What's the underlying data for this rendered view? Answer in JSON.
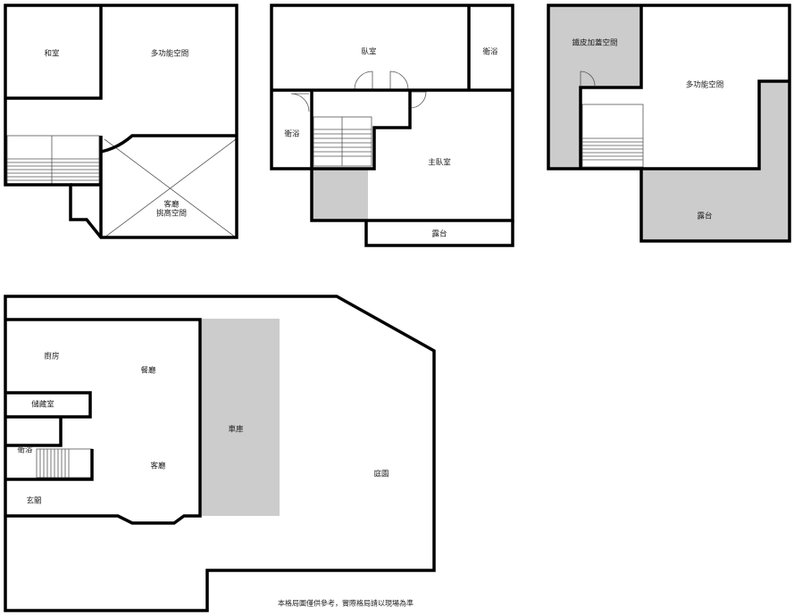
{
  "floor_top_left": {
    "rooms": {
      "japanese_room": "和室",
      "multi_room": "多功能空間",
      "living_void_1": "客廳",
      "living_void_2": "挑高空間"
    }
  },
  "floor_top_middle": {
    "rooms": {
      "bedroom": "臥室",
      "bath_right": "衛浴",
      "bath_left": "衛浴",
      "master_bedroom": "主臥室",
      "balcony": "露台"
    }
  },
  "floor_top_right": {
    "rooms": {
      "sheet_metal_space": "鐵皮加蓋空間",
      "multi_room": "多功能空間",
      "balcony": "露台"
    }
  },
  "floor_ground": {
    "rooms": {
      "kitchen": "廚房",
      "dining": "餐廳",
      "storage": "儲藏室",
      "bath": "衛浴",
      "living": "客廳",
      "entry": "玄關",
      "garage": "車庫",
      "garden": "庭園"
    }
  },
  "disclaimer": "本格局圖僅供參考，實際格局請以現場為準"
}
